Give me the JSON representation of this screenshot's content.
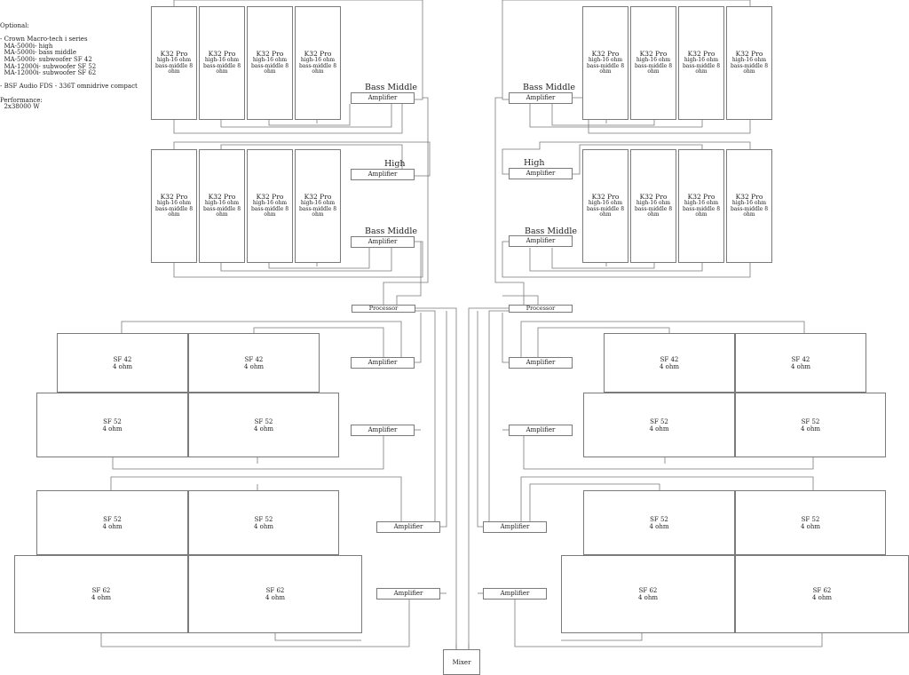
{
  "notes": {
    "lines": [
      "Optional:",
      "",
      "- Crown Macro-tech i series",
      "  MA-5000i- high",
      "  MA-5000i- bass middle",
      "  MA-5000i- subwoofer SF 42",
      "  MA-12000i- subwoofer SF 52",
      "  MA-12000i- subwoofer SF 62",
      "",
      "- BSF Audio FDS - 336T omnidrive compact",
      "",
      "Performance:",
      "  2x38000 W"
    ]
  },
  "colors": {
    "line": "#7a7a7a",
    "text": "#222222"
  },
  "k32": {
    "name": "K32 Pro",
    "spec1": "high-16 ohm",
    "spec2": "bass-middle 8 ohm"
  },
  "sf42": {
    "name": "SF 42",
    "spec": "4 ohm"
  },
  "sf52": {
    "name": "SF 52",
    "spec": "4 ohm"
  },
  "sf62": {
    "name": "SF 62",
    "spec": "4 ohm"
  },
  "labels": {
    "amplifier": "Amplifier",
    "processor": "Processor",
    "mixer": "Mixer",
    "bass_middle": "Bass Middle",
    "high": "High"
  }
}
